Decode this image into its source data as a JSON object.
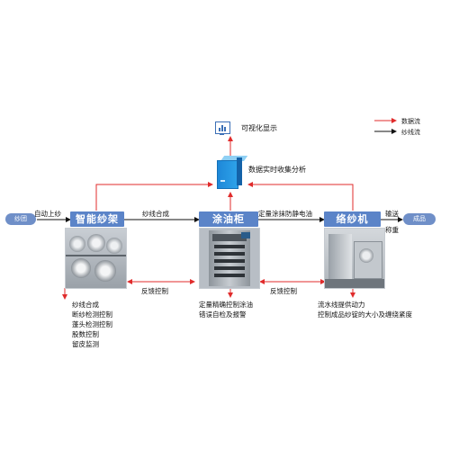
{
  "legend": {
    "data_flow": "数据流",
    "yarn_flow": "纱线流",
    "data_flow_color": "#e02b2b",
    "yarn_flow_color": "#111111"
  },
  "top": {
    "visualization_label": "可视化显示",
    "server_label": "数据实时收集分析"
  },
  "nodes": {
    "source": "纱团",
    "sink": "成品"
  },
  "stages": {
    "stage1": "智能纱架",
    "stage2": "涂油柜",
    "stage3": "络纱机"
  },
  "edges": {
    "auto_feed": "自动上纱",
    "yarn_merge": "纱线合成",
    "oil_apply": "定量涂抹防静电油",
    "transport": "输送",
    "weigh": "称重",
    "feedback1": "反馈控制",
    "feedback2": "反馈控制"
  },
  "features": {
    "stage1": [
      "纱线合成",
      "断纱检测控制",
      "蓬头检测控制",
      "股数控制",
      "留皮监测"
    ],
    "stage2": [
      "定量精确控制涂油",
      "错误自检及报警"
    ],
    "stage3": [
      "流水线提供动力",
      "控制成品纱锭的大小及缠绕紧度"
    ]
  },
  "icons": {
    "visualization": "bar-chart-monitor-icon",
    "server": "server-tower-icon"
  }
}
